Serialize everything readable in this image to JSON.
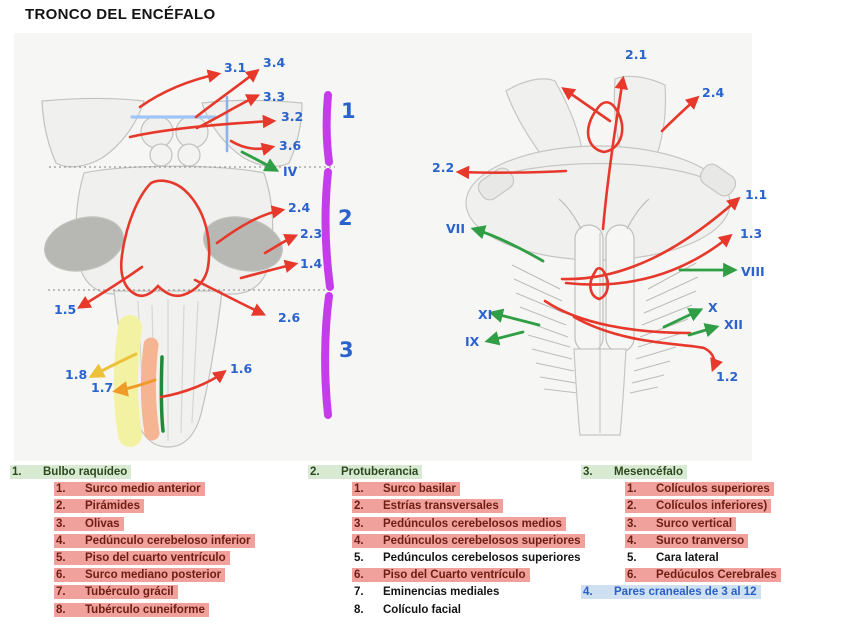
{
  "title": "TRONCO DEL ENCÉFALO",
  "colors": {
    "label_blue": "#2b63cc",
    "arrow_red": "#e6382b",
    "arrow_green": "#2f9e44",
    "arrow_yellow": "#edc23a",
    "arrow_orange": "#ef9b28",
    "bar_purple": "#c53cea",
    "highlight_green": "#d9ead3",
    "highlight_pink": "#f1a19b",
    "highlight_blue": "#cfe0f3",
    "panel_bg": "#f6f6f5"
  },
  "figure": {
    "sections": {
      "s1": "1",
      "s2": "2",
      "s3": "3"
    },
    "labels": {
      "l31": {
        "text": "3.1"
      },
      "l34": {
        "text": "3.4"
      },
      "l33": {
        "text": "3.3"
      },
      "l32": {
        "text": "3.2"
      },
      "l36": {
        "text": "3.6"
      },
      "lIV": {
        "text": "IV"
      },
      "l24": {
        "text": "2.4"
      },
      "l23": {
        "text": "2.3"
      },
      "l14": {
        "text": "1.4"
      },
      "l15": {
        "text": "1.5"
      },
      "l26": {
        "text": "2.6"
      },
      "l18": {
        "text": "1.8"
      },
      "l17": {
        "text": "1.7"
      },
      "l16": {
        "text": "1.6"
      },
      "r21": {
        "text": "2.1"
      },
      "r24": {
        "text": "2.4"
      },
      "r22": {
        "text": "2.2"
      },
      "rVII": {
        "text": "VII"
      },
      "r11": {
        "text": "1.1"
      },
      "r13": {
        "text": "1.3"
      },
      "rVIII": {
        "text": "VIII"
      },
      "rXI": {
        "text": "XI"
      },
      "rX": {
        "text": "X"
      },
      "rXII": {
        "text": "XII"
      },
      "rIX": {
        "text": "IX"
      },
      "r12": {
        "text": "1.2"
      }
    }
  },
  "legend": {
    "columns": [
      {
        "num": "1.",
        "title": "Bulbo raquídeo",
        "items": [
          {
            "num": "1.",
            "text": "Surco medio anterior",
            "style": "pink"
          },
          {
            "num": "2.",
            "text": "Pirámides",
            "style": "pink"
          },
          {
            "num": "3.",
            "text": "Olivas",
            "style": "pink"
          },
          {
            "num": "4.",
            "text": "Pedúnculo cerebeloso inferior",
            "style": "pink"
          },
          {
            "num": "5.",
            "text": "Piso del cuarto ventrículo",
            "style": "pink"
          },
          {
            "num": "6.",
            "text": "Surco mediano posterior",
            "style": "pink"
          },
          {
            "num": "7.",
            "text": "Tubérculo grácil",
            "style": "pink"
          },
          {
            "num": "8.",
            "text": "Tubérculo cuneiforme",
            "style": "pink"
          }
        ]
      },
      {
        "num": "2.",
        "title": "Protuberancia",
        "items": [
          {
            "num": "1.",
            "text": "Surco basilar",
            "style": "pink"
          },
          {
            "num": "2.",
            "text": "Estrías transversales",
            "style": "pink"
          },
          {
            "num": "3.",
            "text": "Pedúnculos cerebelosos medios",
            "style": "pink"
          },
          {
            "num": "4.",
            "text": "Pedúnculos cerebelosos superiores",
            "style": "pink"
          },
          {
            "num": "5.",
            "text": "Pedúnculos cerebelosos superiores",
            "style": "plain"
          },
          {
            "num": "6.",
            "text": "Piso del Cuarto ventrículo",
            "style": "pink"
          },
          {
            "num": "7.",
            "text": "Eminencias mediales",
            "style": "plain"
          },
          {
            "num": "8.",
            "text": "Colículo facial",
            "style": "plain"
          }
        ]
      },
      {
        "num": "3.",
        "title": "Mesencéfalo",
        "items": [
          {
            "num": "1.",
            "text": "Colículos superiores",
            "style": "pink"
          },
          {
            "num": "2.",
            "text": "Colículos inferiores)",
            "style": "pink"
          },
          {
            "num": "3.",
            "text": "Surco vertical",
            "style": "pink"
          },
          {
            "num": "4.",
            "text": "Surco tranverso",
            "style": "pink"
          },
          {
            "num": "5.",
            "text": "Cara lateral",
            "style": "plain"
          },
          {
            "num": "6.",
            "text": "Pedúculos Cerebrales",
            "style": "pink"
          }
        ],
        "footer": {
          "num": "4.",
          "text": "Pares craneales de 3 al 12",
          "style": "blue"
        }
      }
    ]
  }
}
